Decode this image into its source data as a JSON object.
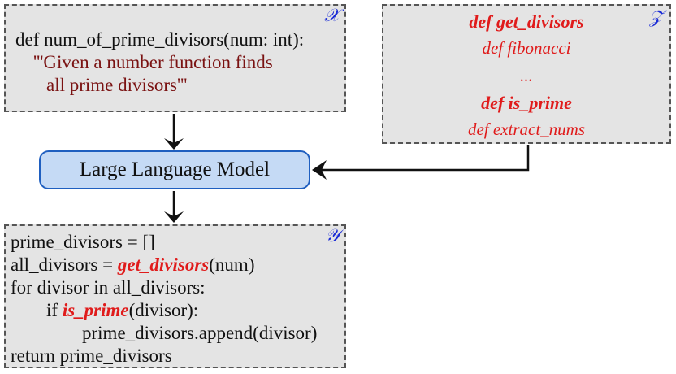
{
  "box_x": {
    "symbol": "𝒳",
    "line1": "def num_of_prime_divisors(num: int):",
    "line2": "'''Given a number function finds",
    "line3": "all prime divisors'''"
  },
  "box_z": {
    "symbol": "𝒵",
    "items": [
      "def get_divisors",
      "def fibonacci",
      "...",
      "def is_prime",
      "def extract_nums"
    ]
  },
  "llm": {
    "label": "Large Language Model"
  },
  "box_y": {
    "symbol": "𝒴",
    "line1": "prime_divisors = []",
    "line2_pre": "all_divisors = ",
    "line2_fn": "get_divisors",
    "line2_post": "(num)",
    "line3": "for divisor in all_divisors:",
    "line4_pre": "if ",
    "line4_fn": "is_prime",
    "line4_post": "(divisor):",
    "line5": "prime_divisors.append(divisor)",
    "line6": "return prime_divisors"
  },
  "colors": {
    "highlight": "#e01b1b",
    "symbol": "#1a2bd6",
    "llm_fill": "#c5daf5",
    "llm_border": "#1f5fc0"
  }
}
